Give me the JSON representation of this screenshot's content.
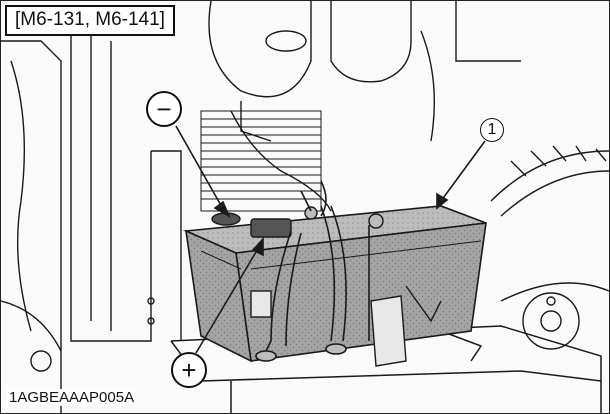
{
  "figure": {
    "model_label": "[M6-131, M6-141]",
    "figure_code": "1AGBEAAAP005A",
    "negative_symbol": "−",
    "positive_symbol": "+",
    "callout_number": "1"
  },
  "colors": {
    "line": "#1a1a1a",
    "battery_fill": "#9a9a9a",
    "battery_top": "#b5b5b5",
    "terminal": "#555555",
    "background": "#fafafa"
  },
  "icons": [
    "minus-terminal-icon",
    "plus-terminal-icon",
    "callout-circle-icon"
  ]
}
